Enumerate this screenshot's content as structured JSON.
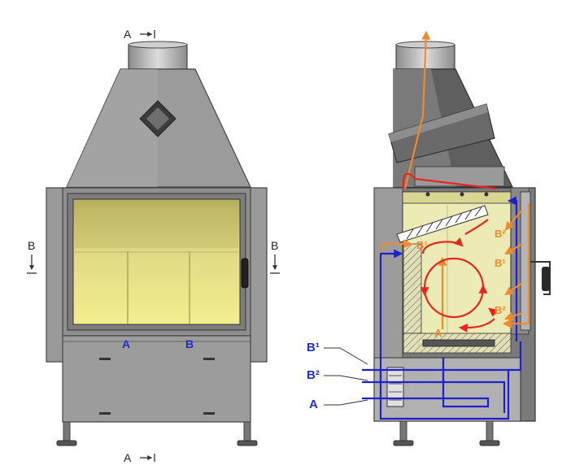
{
  "front_view": {
    "section_marks": {
      "top": "A",
      "bottom": "A",
      "left": "B",
      "right": "B"
    },
    "intake_labels": {
      "a": "A",
      "b": "B"
    }
  },
  "side_view": {
    "side_labels": {
      "b1": "B¹",
      "b2": "B²",
      "a": "A"
    },
    "chamber_labels": {
      "b_left": "B¹",
      "b_upper": "B²",
      "b_middle": "B¹",
      "b_lower": "B²",
      "a_inner": "A"
    }
  },
  "colors": {
    "steel": "#a7a7a7",
    "steel_dark": "#808080",
    "glass": "#e8e48c",
    "firebox": "#ecebb6",
    "outline": "#3a3a3a",
    "flow_primary": "#1f1fcc",
    "flow_warm": "#f08a2c",
    "flow_hot": "#e8261c",
    "label_blue": "#1f2fbf",
    "label_orange": "#f08a2c"
  }
}
